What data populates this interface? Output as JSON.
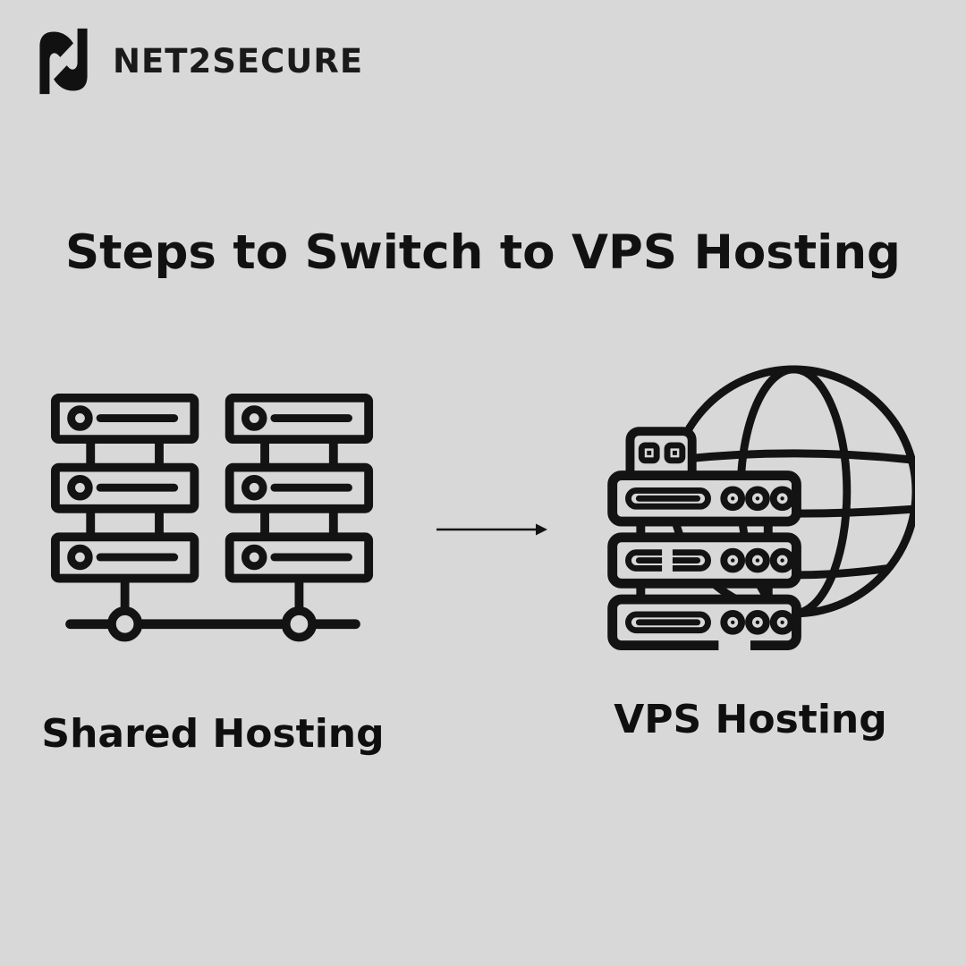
{
  "colors": {
    "background": "#d8d8d8",
    "ink": "#131313"
  },
  "header": {
    "brand_name": "NET2SECURE",
    "logo_icon": "n-monogram-icon"
  },
  "title": "Steps to Switch to VPS Hosting",
  "flow": {
    "from": {
      "label": "Shared Hosting",
      "icon": "shared-hosting-servers-icon"
    },
    "arrow": {
      "icon": "right-arrow-icon",
      "direction": "right"
    },
    "to": {
      "label": "VPS Hosting",
      "icon": "vps-server-globe-icon"
    }
  }
}
